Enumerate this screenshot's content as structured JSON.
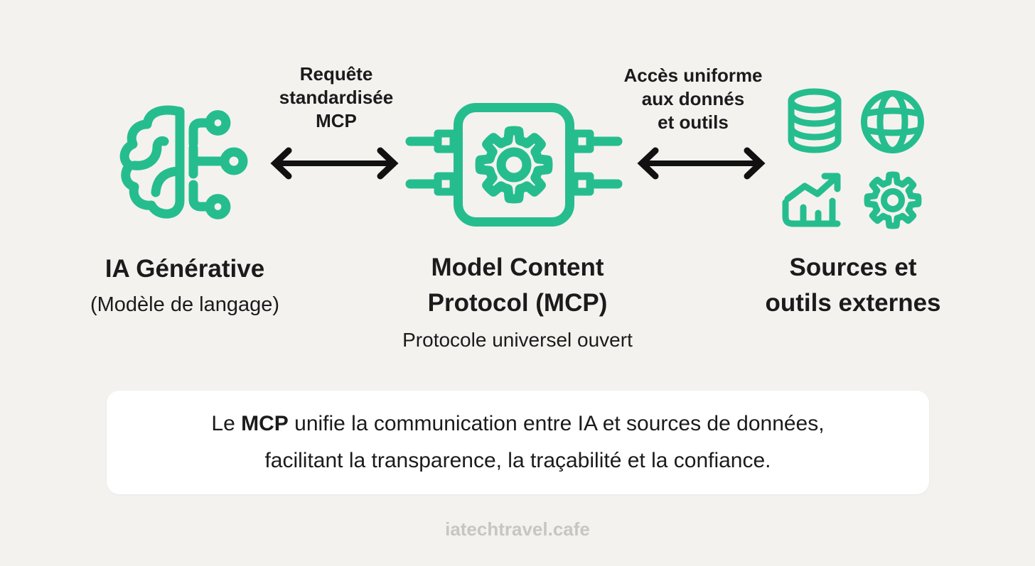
{
  "colors": {
    "accent": "#26bd8e",
    "background": "#f4f2ef",
    "text": "#1b1b1b",
    "arrow": "#111111",
    "card_background": "#ffffff",
    "footer_text": "#c8c5c2"
  },
  "nodes": {
    "left": {
      "icon": "brain-circuit-icon",
      "title": "IA Générative",
      "subtitle": "(Modèle de langage)"
    },
    "center": {
      "icon": "chip-gear-icon",
      "title_line1": "Model Content",
      "title_line2": "Protocol (MCP)",
      "subtitle": "Protocole universel ouvert"
    },
    "right": {
      "icons": [
        "database-icon",
        "globe-icon",
        "chart-growth-icon",
        "gear-icon"
      ],
      "title_line1": "Sources et",
      "title_line2": "outils externes"
    }
  },
  "connections": {
    "left_arrow": {
      "label_lines": [
        "Requête",
        "standardisée",
        "MCP"
      ]
    },
    "right_arrow": {
      "label_lines": [
        "Accès uniforme",
        "aux donnés",
        "et outils"
      ]
    }
  },
  "caption": {
    "lead": "Le ",
    "bold": "MCP",
    "line1_rest": " unifie la communication entre IA et sources de données,",
    "line2": "facilitant la transparence, la traçabilité et la confiance."
  },
  "footer": {
    "text": "iatechtravel.cafe"
  }
}
